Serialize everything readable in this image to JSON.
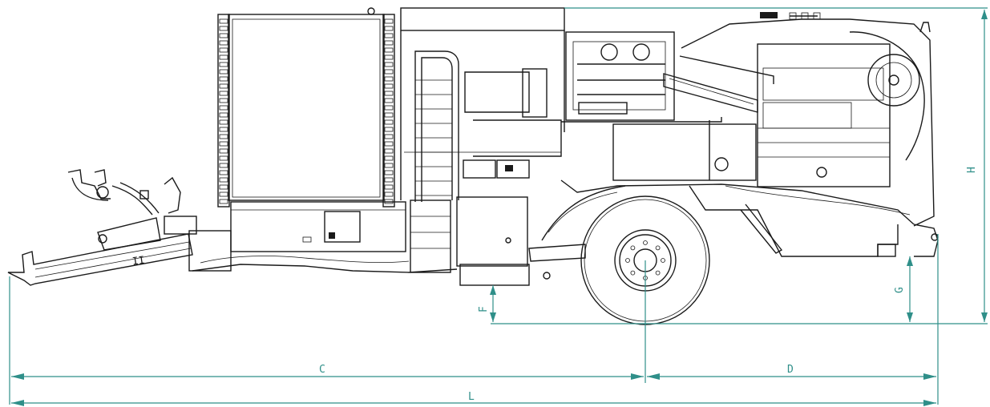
{
  "colors": {
    "drawing_ink": "#1a1a1a",
    "dimension_lines": "#2f8f89",
    "background": "#ffffff"
  },
  "dimension_labels": {
    "C": "C",
    "D": "D",
    "L": "L",
    "F": "F",
    "G": "G",
    "H": "H"
  },
  "drawing_text": {
    "drawbar_marking": "II"
  }
}
